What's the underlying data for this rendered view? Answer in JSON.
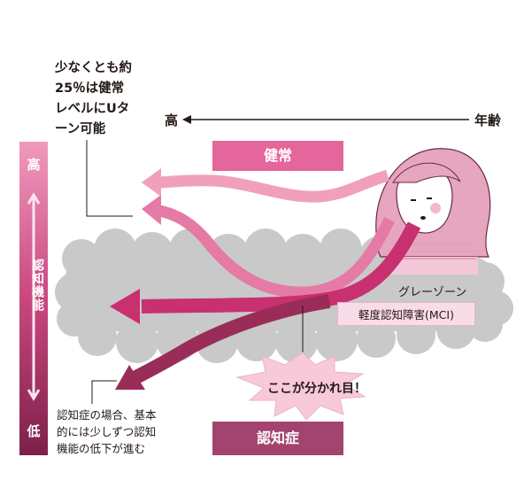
{
  "notes": {
    "top": [
      "少なくとも約",
      "25％は健常",
      "レベルにUタ",
      "ーン可能"
    ],
    "bottom": [
      "認知症の場合、基本",
      "的には少しずつ認知",
      "機能の低下が進む"
    ]
  },
  "axis": {
    "high_label": "高",
    "age_label": "年齢"
  },
  "cognitive_bar": {
    "high": "高",
    "label": "認知機能",
    "low": "低"
  },
  "boxes": {
    "healthy": "健常",
    "dementia": "認知症"
  },
  "gray_zone": {
    "label": "グレーゾーン",
    "mci": "軽度認知障害(MCI)"
  },
  "burst": {
    "label": "ここが分かれ目！"
  },
  "colors": {
    "healthy_arrow": "#f0a0bd",
    "mid_arrow": "#e85a93",
    "main_arrow": "#c8306f",
    "dementia_arrow": "#9a2d58",
    "healthy_box": "#e4669a",
    "dementia_box": "#a2446e",
    "cloud": "#c9c9c9",
    "burst": "#f7c9da"
  }
}
